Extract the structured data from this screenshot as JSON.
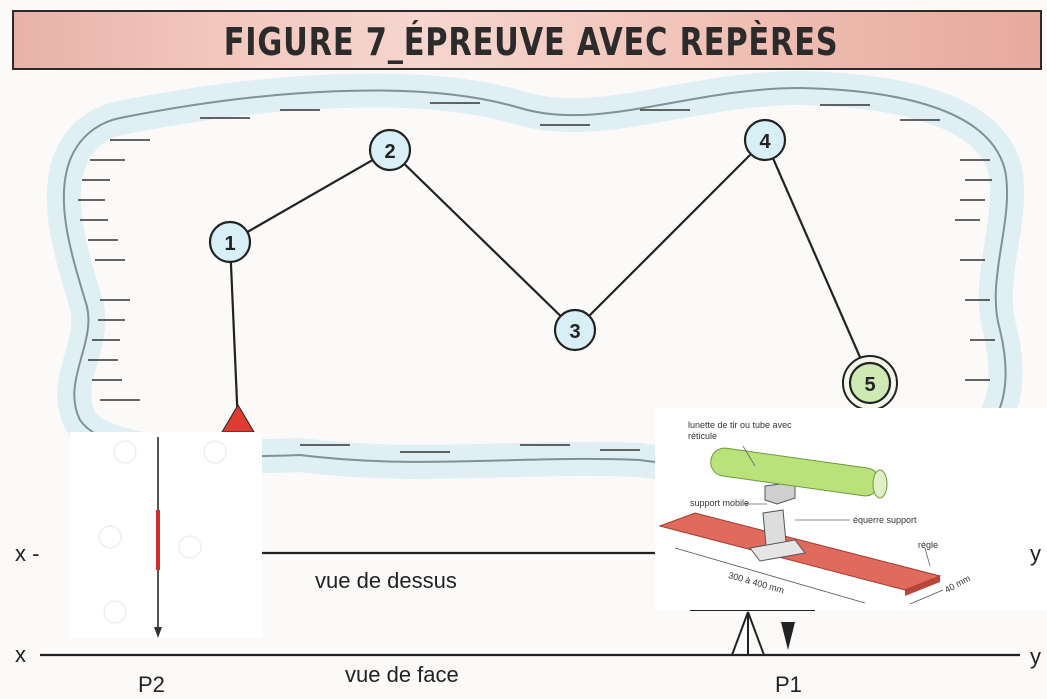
{
  "title": "FIGURE 7_ÉPREUVE AVEC REPÈRES",
  "markers": [
    "1",
    "2",
    "3",
    "4",
    "5"
  ],
  "axis_x_top": "x -",
  "axis_y_top": "y",
  "axis_x_bottom": "x",
  "axis_y_bottom": "y",
  "view_top": "vue de dessus",
  "view_front": "vue de face",
  "post_p2": "P2",
  "post_p1": "P1",
  "apparatus": {
    "scope": "lunette de tir ou tube avec réticule",
    "mobile": "support mobile",
    "bracket": "équerre support",
    "ruler": "règle",
    "length": "300 à 400 mm",
    "width": "40 mm"
  },
  "colors": {
    "banner": "#f2c4b9",
    "water": "#c9e6f1",
    "marker_fill": "#d8eff7",
    "marker_end": "#cfe9b5",
    "ruler": "#e06a5c",
    "scope": "#b9e27a"
  }
}
